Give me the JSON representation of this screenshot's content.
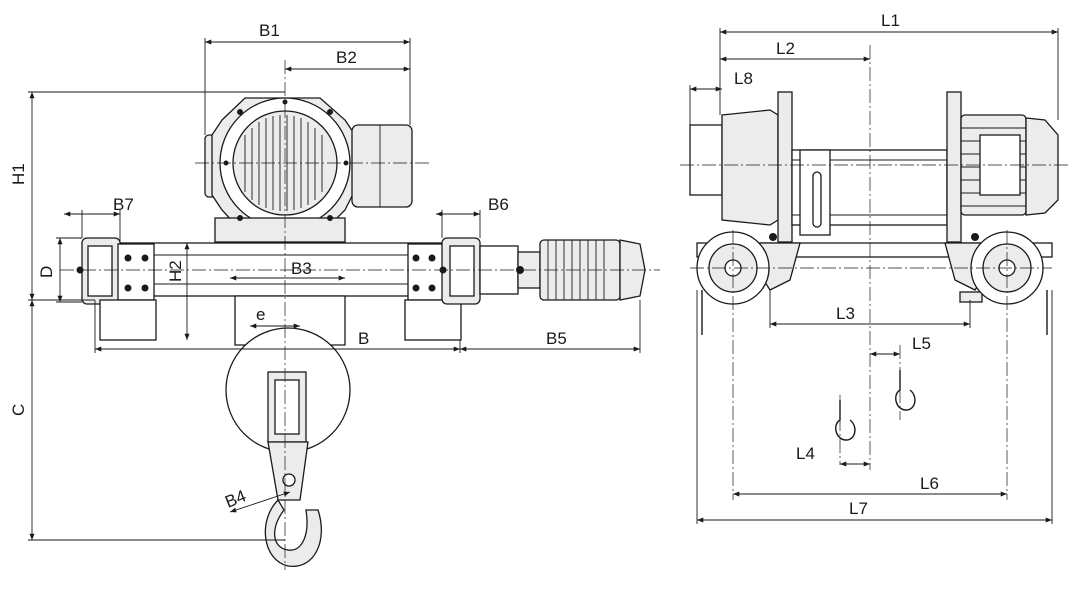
{
  "labels": {
    "B1": "B1",
    "B2": "B2",
    "B3": "B3",
    "B4": "B4",
    "B5": "B5",
    "B6": "B6",
    "B7": "B7",
    "B": "B",
    "H1": "H1",
    "H2": "H2",
    "C": "C",
    "D": "D",
    "e": "e",
    "L1": "L1",
    "L2": "L2",
    "L3": "L3",
    "L4": "L4",
    "L5": "L5",
    "L6": "L6",
    "L7": "L7",
    "L8": "L8"
  }
}
